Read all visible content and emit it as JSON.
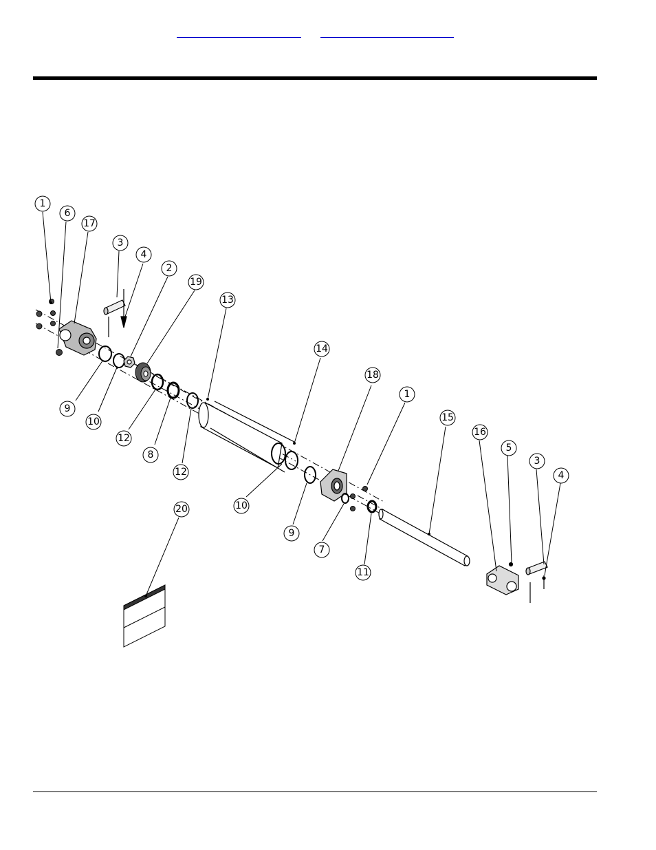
{
  "links": [
    {
      "label": ""
    },
    {
      "label": ""
    }
  ],
  "callouts": [
    {
      "num": "1"
    },
    {
      "num": "6"
    },
    {
      "num": "17"
    },
    {
      "num": "3"
    },
    {
      "num": "4"
    },
    {
      "num": "2"
    },
    {
      "num": "19"
    },
    {
      "num": "13"
    },
    {
      "num": "14"
    },
    {
      "num": "18"
    },
    {
      "num": "1"
    },
    {
      "num": "15"
    },
    {
      "num": "16"
    },
    {
      "num": "5"
    },
    {
      "num": "3"
    },
    {
      "num": "4"
    },
    {
      "num": "9"
    },
    {
      "num": "10"
    },
    {
      "num": "12"
    },
    {
      "num": "8"
    },
    {
      "num": "12"
    },
    {
      "num": "10"
    },
    {
      "num": "9"
    },
    {
      "num": "7"
    },
    {
      "num": "11"
    },
    {
      "num": "20"
    }
  ]
}
